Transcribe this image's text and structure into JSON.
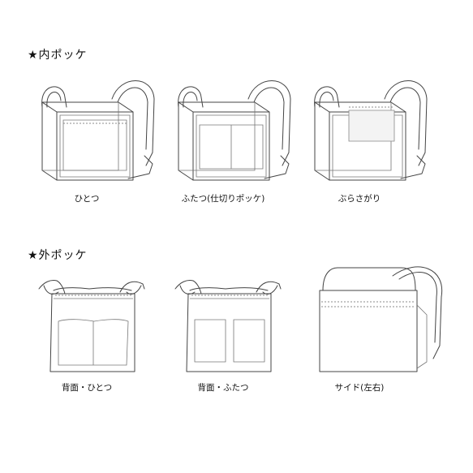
{
  "sections": {
    "inner": {
      "title": "★内ポッケ"
    },
    "outer": {
      "title": "★外ポッケ"
    }
  },
  "captions": {
    "inner_single": "ひとつ",
    "inner_double": "ふたつ(仕切りポッケ)",
    "inner_hanging": "ぶらさがり",
    "outer_back_single": "背面・ひとつ",
    "outer_back_double": "背面・ふたつ",
    "outer_side": "サイド(左右)"
  }
}
